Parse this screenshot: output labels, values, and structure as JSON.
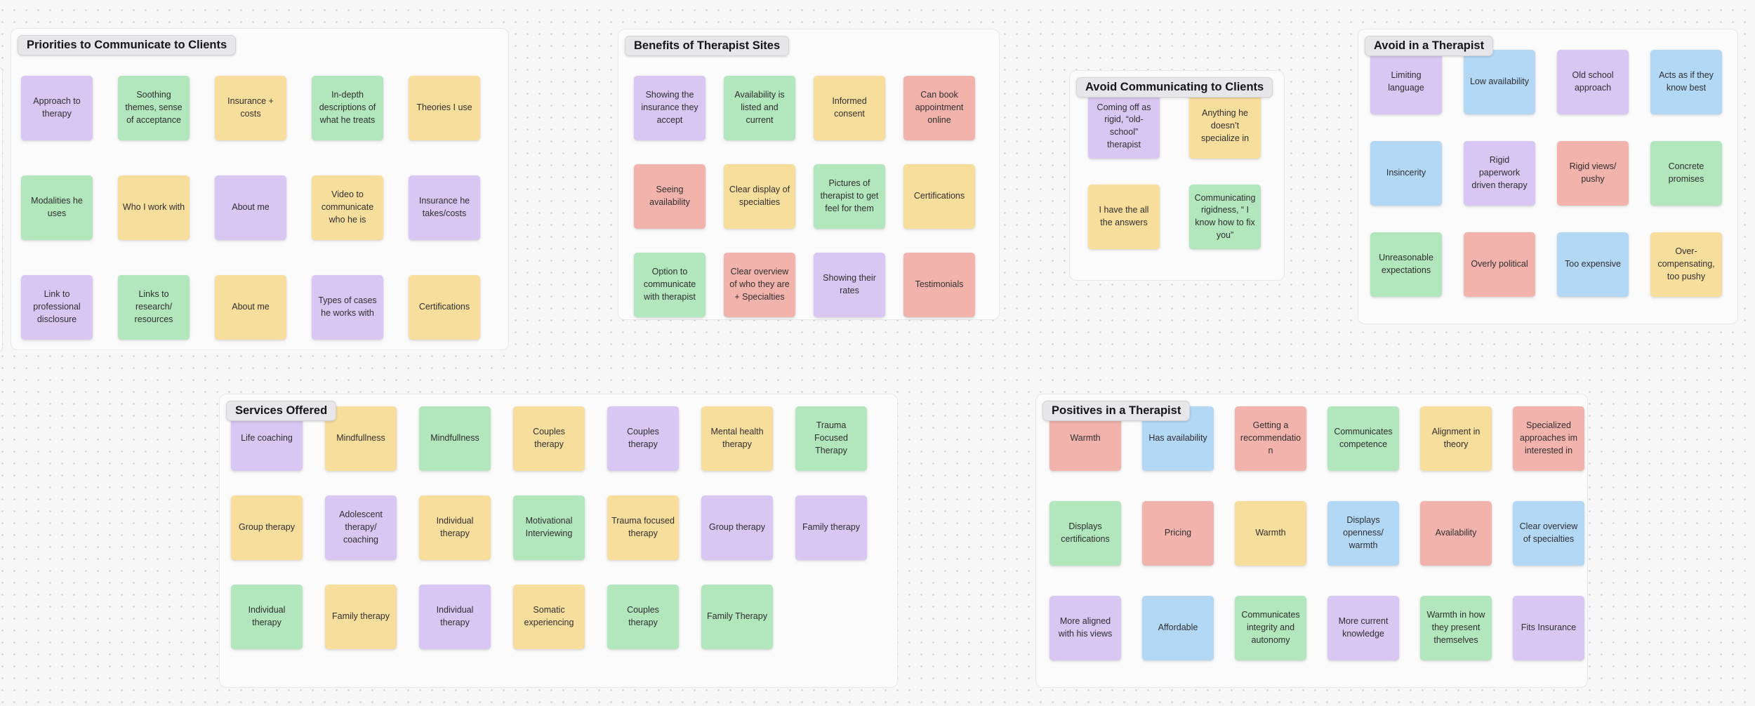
{
  "canvas": {
    "background_color": "#f7f7f8",
    "dot_color": "#d3d3d6",
    "section_background": "#fbfbfc",
    "title_pill_background": "#e7e7e9"
  },
  "palette": {
    "purple": "#d8c7f2",
    "green": "#b2e6bc",
    "yellow": "#f8de9d",
    "pink": "#f2b3ac",
    "blue": "#b2d8f6"
  },
  "sections": [
    {
      "title": "Priorities to Communicate to Clients",
      "columns": 5,
      "notes": [
        {
          "text": "Approach to therapy",
          "color": "purple"
        },
        {
          "text": "Soothing themes, sense of acceptance",
          "color": "green"
        },
        {
          "text": "Insurance + costs",
          "color": "yellow"
        },
        {
          "text": "In-depth descriptions of what he treats",
          "color": "green"
        },
        {
          "text": "Theories I use",
          "color": "yellow"
        },
        {
          "text": "Modalities he uses",
          "color": "green"
        },
        {
          "text": "Who I work with",
          "color": "yellow"
        },
        {
          "text": "About me",
          "color": "purple"
        },
        {
          "text": "Video to communicate who he is",
          "color": "yellow"
        },
        {
          "text": "Insurance he takes/costs",
          "color": "purple"
        },
        {
          "text": "Link to professional disclosure",
          "color": "purple"
        },
        {
          "text": "Links to research/ resources",
          "color": "green"
        },
        {
          "text": "About me",
          "color": "yellow"
        },
        {
          "text": "Types of cases he works with",
          "color": "purple"
        },
        {
          "text": "Certifications",
          "color": "yellow"
        }
      ]
    },
    {
      "title": "Benefits of Therapist Sites",
      "columns": 4,
      "notes": [
        {
          "text": "Showing the insurance they accept",
          "color": "purple"
        },
        {
          "text": "Availability is listed and current",
          "color": "green"
        },
        {
          "text": "Informed consent",
          "color": "yellow"
        },
        {
          "text": "Can book appointment online",
          "color": "pink"
        },
        {
          "text": "Seeing availability",
          "color": "pink"
        },
        {
          "text": "Clear display of specialties",
          "color": "yellow"
        },
        {
          "text": "Pictures of therapist to get feel for them",
          "color": "green"
        },
        {
          "text": "Certifications",
          "color": "yellow"
        },
        {
          "text": "Option to communicate with therapist",
          "color": "green"
        },
        {
          "text": "Clear overview of who they are + Specialties",
          "color": "pink"
        },
        {
          "text": "Showing their rates",
          "color": "purple"
        },
        {
          "text": "Testimonials",
          "color": "pink"
        }
      ]
    },
    {
      "title": "Avoid Communicating to Clients",
      "columns": 2,
      "notes": [
        {
          "text": "Coming off as rigid, “old-school” therapist",
          "color": "purple"
        },
        {
          "text": "Anything he doesn’t specialize in",
          "color": "yellow"
        },
        {
          "text": "I have the all the answers",
          "color": "yellow"
        },
        {
          "text": "Communicating rigidness, “ I know how to fix you”",
          "color": "green"
        }
      ]
    },
    {
      "title": "Avoid in a Therapist",
      "columns": 4,
      "notes": [
        {
          "text": "Limiting language",
          "color": "purple"
        },
        {
          "text": "Low availability",
          "color": "blue"
        },
        {
          "text": "Old school approach",
          "color": "purple"
        },
        {
          "text": "Acts as if they know best",
          "color": "blue"
        },
        {
          "text": "Insincerity",
          "color": "blue"
        },
        {
          "text": "Rigid paperwork driven therapy",
          "color": "purple"
        },
        {
          "text": "Rigid views/ pushy",
          "color": "pink"
        },
        {
          "text": "Concrete promises",
          "color": "green"
        },
        {
          "text": "Unreasonable expectations",
          "color": "green"
        },
        {
          "text": "Overly political",
          "color": "pink"
        },
        {
          "text": "Too expensive",
          "color": "blue"
        },
        {
          "text": "Over-compensating, too pushy",
          "color": "yellow"
        }
      ]
    },
    {
      "title": "Services Offered",
      "columns": 7,
      "notes": [
        {
          "text": "Life coaching",
          "color": "purple"
        },
        {
          "text": "Mindfullness",
          "color": "yellow"
        },
        {
          "text": "Mindfullness",
          "color": "green"
        },
        {
          "text": "Couples therapy",
          "color": "yellow"
        },
        {
          "text": "Couples therapy",
          "color": "purple"
        },
        {
          "text": "Mental health therapy",
          "color": "yellow"
        },
        {
          "text": "Trauma Focused Therapy",
          "color": "green"
        },
        {
          "text": "Group therapy",
          "color": "yellow"
        },
        {
          "text": "Adolescent therapy/ coaching",
          "color": "purple"
        },
        {
          "text": "Individual therapy",
          "color": "yellow"
        },
        {
          "text": "Motivational Interviewing",
          "color": "green"
        },
        {
          "text": "Trauma focused therapy",
          "color": "yellow"
        },
        {
          "text": "Group therapy",
          "color": "purple"
        },
        {
          "text": "Family therapy",
          "color": "purple"
        },
        {
          "text": "Individual therapy",
          "color": "green"
        },
        {
          "text": "Family therapy",
          "color": "yellow"
        },
        {
          "text": "Individual therapy",
          "color": "purple"
        },
        {
          "text": "Somatic experiencing",
          "color": "yellow"
        },
        {
          "text": "Couples therapy",
          "color": "green"
        },
        {
          "text": "Family Therapy",
          "color": "green"
        }
      ]
    },
    {
      "title": "Positives in a Therapist",
      "columns": 6,
      "notes": [
        {
          "text": "Warmth",
          "color": "pink"
        },
        {
          "text": "Has availability",
          "color": "blue"
        },
        {
          "text": "Getting a recommendation",
          "color": "pink"
        },
        {
          "text": "Communicates competence",
          "color": "green"
        },
        {
          "text": "Alignment in theory",
          "color": "yellow"
        },
        {
          "text": "Specialized approaches im interested in",
          "color": "pink"
        },
        {
          "text": "Displays certifications",
          "color": "green"
        },
        {
          "text": "Pricing",
          "color": "pink"
        },
        {
          "text": "Warmth",
          "color": "yellow"
        },
        {
          "text": "Displays openness/ warmth",
          "color": "blue"
        },
        {
          "text": "Availability",
          "color": "pink"
        },
        {
          "text": "Clear overview of specialties",
          "color": "blue"
        },
        {
          "text": "More aligned with his views",
          "color": "purple"
        },
        {
          "text": "Affordable",
          "color": "blue"
        },
        {
          "text": "Communicates integrity and autonomy",
          "color": "green"
        },
        {
          "text": "More current knowledge",
          "color": "purple"
        },
        {
          "text": "Warmth in how they present themselves",
          "color": "green"
        },
        {
          "text": "Fits Insurance",
          "color": "purple"
        }
      ]
    }
  ]
}
